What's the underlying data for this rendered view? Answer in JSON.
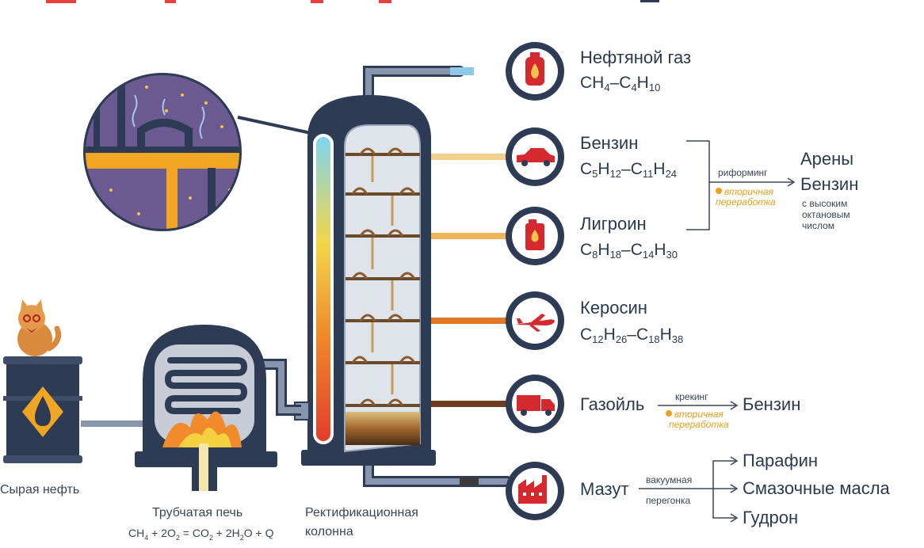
{
  "products": [
    {
      "name": "Нефтяной газ",
      "formula": [
        "CH",
        "4",
        "–C",
        "4",
        "H",
        "10"
      ],
      "icon": "gas-cylinder-icon"
    },
    {
      "name": "Бензин",
      "formula": [
        "C",
        "5",
        "H",
        "12",
        "–C",
        "11",
        "H",
        "24"
      ],
      "icon": "car-icon"
    },
    {
      "name": "Лигроин",
      "formula": [
        "C",
        "8",
        "H",
        "18",
        "–C",
        "14",
        "H",
        "30"
      ],
      "icon": "canister-icon"
    },
    {
      "name": "Керосин",
      "formula": [
        "C",
        "12",
        "H",
        "26",
        "–C",
        "18",
        "H",
        "38"
      ],
      "icon": "airplane-icon"
    },
    {
      "name": "Газойль",
      "icon": "truck-icon"
    },
    {
      "name": "Мазут",
      "icon": "factory-icon"
    }
  ],
  "reforming": {
    "process": "риформинг",
    "note_line1": "вторичная",
    "note_line2": "переработка",
    "result_line1": "Арены",
    "result_line2": "Бензин",
    "result_desc_line1": "с высоким",
    "result_desc_line2": "октановым",
    "result_desc_line3": "числом"
  },
  "cracking": {
    "process": "крекинг",
    "note_line1": "вторичная",
    "note_line2": "переработка",
    "result": "Бензин"
  },
  "vacuum": {
    "process_line1": "вакуумная",
    "process_line2": "перегонка",
    "results": [
      "Парафин",
      "Смазочные масла",
      "Гудрон"
    ]
  },
  "crude": {
    "label": "Сырая нефть"
  },
  "furnace": {
    "label": "Трубчатая печь",
    "equation": [
      "CH",
      "4",
      " + 2O",
      "2",
      " = CO",
      "2",
      " + 2H",
      "2",
      "O + Q"
    ]
  },
  "column": {
    "label_line1": "Ректификационная",
    "label_line2": "колонна"
  },
  "colors": {
    "navy": "#2d3b55",
    "pipe": "#8796ad",
    "amber": "#f0a523",
    "purple": "#6b5a92",
    "red": "#d6282f"
  }
}
